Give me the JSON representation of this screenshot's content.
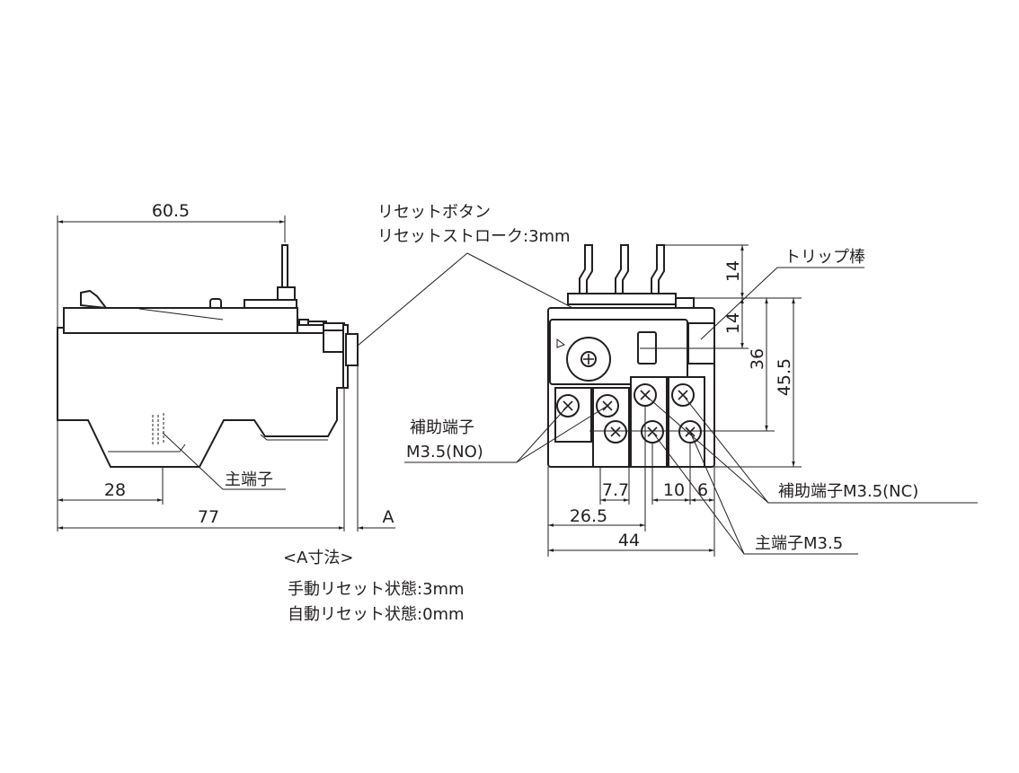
{
  "side_view": {
    "dim_width_top": "60.5",
    "dim_terminal": "28",
    "dim_depth": "77",
    "dim_a": "A",
    "label_main_terminal": "主端子"
  },
  "reset_button": {
    "line1": "リセットボタン",
    "line2": "リセットストローク:3mm"
  },
  "a_dimension": {
    "title": "<A寸法>",
    "manual": "手動リセット状態:3mm",
    "auto": "自動リセット状態:0mm"
  },
  "front_view": {
    "dim_pin_height": "14",
    "dim_trip_height": "14",
    "dim_36": "36",
    "dim_45_5": "45.5",
    "dim_7_7": "7.7",
    "dim_10": "10",
    "dim_6": "6",
    "dim_26_5": "26.5",
    "dim_44": "44",
    "label_trip_bar": "トリップ棒",
    "label_aux_no_1": "補助端子",
    "label_aux_no_2": "M3.5(NO)",
    "label_aux_nc": "補助端子M3.5(NC)",
    "label_main_m35": "主端子M3.5"
  }
}
